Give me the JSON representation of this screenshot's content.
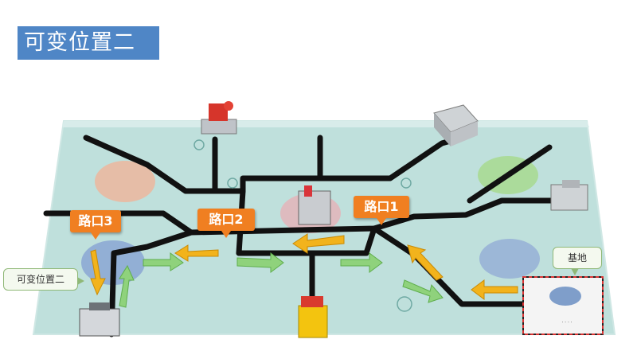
{
  "slide": {
    "title": "可变位置二"
  },
  "callouts": {
    "road1": "路口1",
    "road2": "路口2",
    "road3": "路口3"
  },
  "labels": {
    "base": "基地",
    "variable_position": "可变位置二"
  },
  "colors": {
    "title_bg": "#4f86c6",
    "callout_orange": "#f07f21",
    "arrow_yellow": "#f2b31c",
    "arrow_green": "#8fd27c",
    "mat": "#bfe0dc",
    "track": "#111111"
  }
}
